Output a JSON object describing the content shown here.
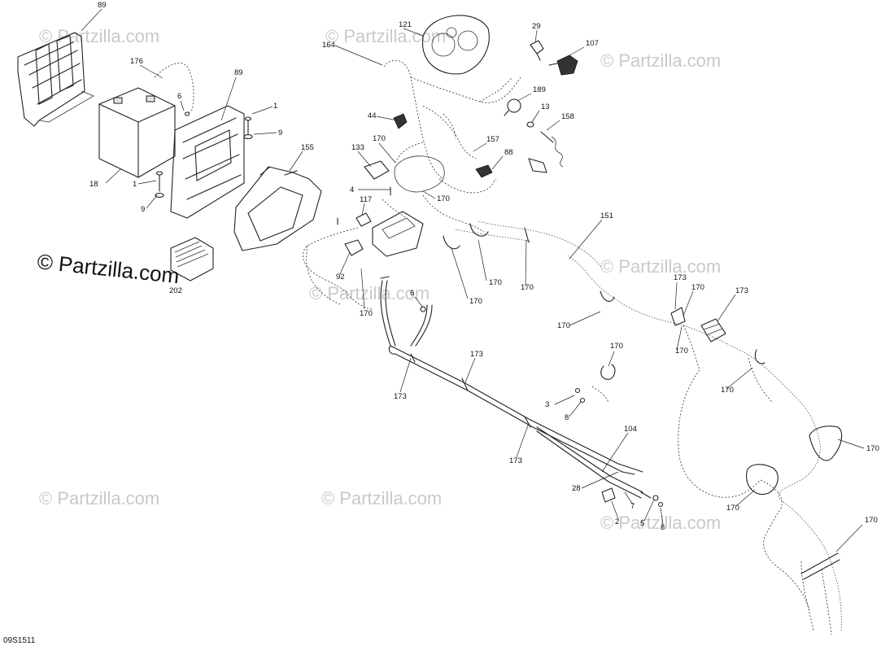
{
  "watermarks": [
    "© Partzilla.com",
    "© Partzilla.com",
    "© Partzilla.com",
    "© Partzilla.com",
    "© Partzilla.com",
    "© Partzilla.com",
    "© Partzilla.com",
    "© Partzilla.com",
    "© Partzilla.com"
  ],
  "brand_watermark": "© Partzilla.com",
  "diagram_code": "09S1511",
  "callouts": [
    "89",
    "176",
    "6",
    "18",
    "1",
    "9",
    "89",
    "1",
    "9",
    "155",
    "92",
    "202",
    "164",
    "121",
    "29",
    "107",
    "44",
    "189",
    "13",
    "158",
    "133",
    "170",
    "157",
    "88",
    "170",
    "4",
    "117",
    "151",
    "170",
    "170",
    "6",
    "170",
    "170",
    "173",
    "170",
    "173",
    "170",
    "170",
    "170",
    "173",
    "173",
    "3",
    "8",
    "173",
    "104",
    "28",
    "7",
    "2",
    "5",
    "8",
    "170",
    "170",
    "170"
  ]
}
